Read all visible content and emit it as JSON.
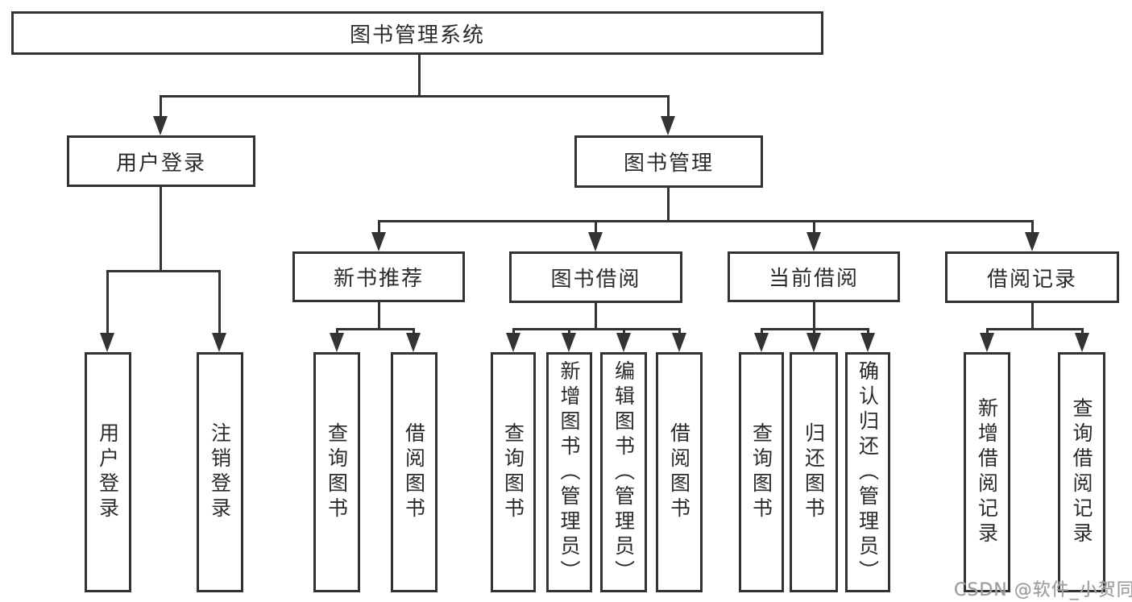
{
  "diagram": {
    "title": "图书管理系统",
    "watermark": "CSDN @软件_小贺同学",
    "colors": {
      "line": "#333333",
      "text": "#2b2b2b",
      "watermark": "#9b9b9b",
      "background": "#ffffff"
    },
    "tree": {
      "root": {
        "label": "图书管理系统",
        "children": [
          {
            "label": "用户登录",
            "children": [
              {
                "label": "用户登录"
              },
              {
                "label": "注销登录"
              }
            ]
          },
          {
            "label": "图书管理",
            "children": [
              {
                "label": "新书推荐",
                "children": [
                  {
                    "label": "查询图书"
                  },
                  {
                    "label": "借阅图书"
                  }
                ]
              },
              {
                "label": "图书借阅",
                "children": [
                  {
                    "label": "查询图书"
                  },
                  {
                    "label": "新增图书（管理员）"
                  },
                  {
                    "label": "编辑图书（管理员）"
                  },
                  {
                    "label": "借阅图书"
                  }
                ]
              },
              {
                "label": "当前借阅",
                "children": [
                  {
                    "label": "查询图书"
                  },
                  {
                    "label": "归还图书"
                  },
                  {
                    "label": "确认归还（管理员）"
                  }
                ]
              },
              {
                "label": "借阅记录",
                "children": [
                  {
                    "label": "新增借阅记录"
                  },
                  {
                    "label": "查询借阅记录"
                  }
                ]
              }
            ]
          }
        ]
      }
    }
  }
}
